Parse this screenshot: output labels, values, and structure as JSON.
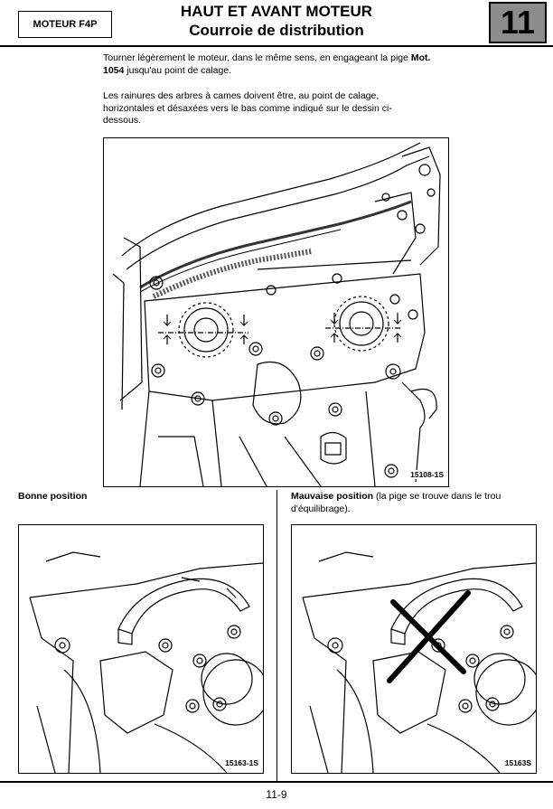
{
  "header": {
    "badge": "MOTEUR F4P",
    "title_line1": "HAUT ET AVANT MOTEUR",
    "title_line2": "Courroie de distribution",
    "chapter": "11"
  },
  "body": {
    "para1_part1": "Tourner légèrement le moteur, dans le même sens, en engageant la pige ",
    "para1_bold": "Mot. 1054",
    "para1_part2": " jusqu'au point de calage.",
    "para2_line1": "Les rainures des arbres à cames doivent être, au point de calage,",
    "para2_line2": "horizontales et désaxées vers le bas comme indiqué sur le dessin ci-",
    "para2_line3": "dessous."
  },
  "figures": {
    "main_ref": "15108-1S",
    "left_ref": "15163-1S",
    "right_ref": "15163S"
  },
  "captions": {
    "left": "Bonne position",
    "right_bold": "Mauvaise position",
    "right_rest": " (la pige se trouve dans le trou d'équilibrage)."
  },
  "footer": {
    "page": "11-9"
  }
}
